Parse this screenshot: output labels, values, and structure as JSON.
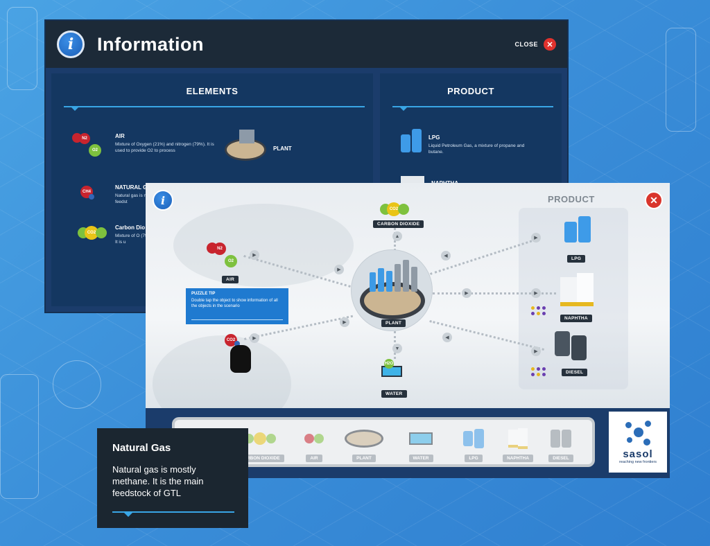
{
  "info": {
    "title": "Information",
    "close_label": "CLOSE",
    "elements_title": "ELEMENTS",
    "product_title": "PRODUCT",
    "elements": [
      {
        "name": "AIR",
        "desc": "Mixture of Oxygen (21%) and nitrogen (79%). It is used to provide O2 to process"
      },
      {
        "name": "PLANT",
        "desc": ""
      },
      {
        "name": "NATURAL G",
        "desc": "Natural gas is\nmain feedst"
      },
      {
        "name": "Carbon Dio",
        "desc": "Mixture of O\n(79%). It is u"
      }
    ],
    "products": [
      {
        "name": "LPG",
        "desc": "Liquid Petroleum Gas, a mixture of propane and butane."
      },
      {
        "name": "NAPHTHA",
        "desc": ""
      }
    ],
    "formulas": {
      "n2": "N2",
      "o2": "O2",
      "ch4": "CH4",
      "co2": "CO2",
      "h2o": "H2O"
    }
  },
  "game": {
    "product_title": "PRODUCT",
    "labels": {
      "carbon_dioxide": "CARBON DIOXIDE",
      "air": "AIR",
      "plant": "PLANT",
      "water": "WATER",
      "lpg": "LPG",
      "naphtha": "NAPHTHA",
      "diesel": "DIESEL"
    },
    "tip": {
      "title": "PUZZLE TIP",
      "text": "Double tap the object to show information of all the objects in the scenario"
    },
    "tray": [
      "CARBON DIOXIDE",
      "AIR",
      "PLANT",
      "WATER",
      "LPG",
      "NAPHTHA",
      "DIESEL"
    ],
    "brand": {
      "name": "sasol",
      "tagline": "reaching new frontiers"
    }
  },
  "card": {
    "title": "Natural Gas",
    "text": "Natural gas is mostly methane. It is the main feedstock of GTL"
  },
  "colors": {
    "accent": "#39a6e6",
    "close": "#e0322d",
    "navy": "#1b3c6b"
  }
}
